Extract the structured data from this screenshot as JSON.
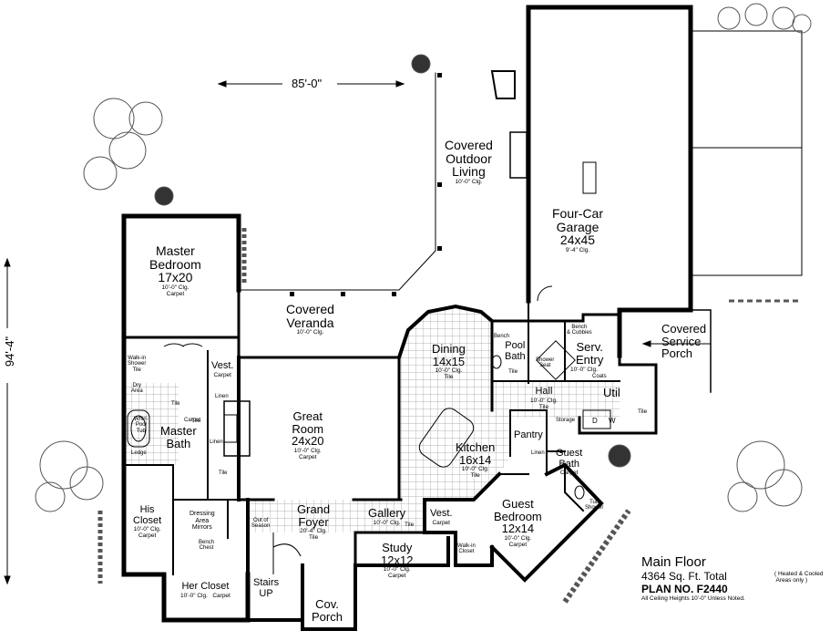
{
  "dimensions": {
    "width": "85'-0\"",
    "depth": "94'-4\""
  },
  "rooms": {
    "covered_outdoor": {
      "name": "Covered\nOutdoor\nLiving",
      "ceiling": "10'-0\" Clg."
    },
    "garage": {
      "name": "Four-Car\nGarage",
      "size": "24x45",
      "ceiling": "9'-4\" Clg."
    },
    "master_bedroom": {
      "name": "Master\nBedroom",
      "size": "17x20",
      "ceiling": "10'-0\" Clg.",
      "floor": "Carpet"
    },
    "covered_veranda": {
      "name": "Covered\nVeranda",
      "ceiling": "10'-0\" Clg."
    },
    "dining": {
      "name": "Dining",
      "size": "14x15",
      "ceiling": "10'-0\" Clg.",
      "floor": "Tile"
    },
    "pool_bath": {
      "name": "Pool\nBath",
      "floor": "Tile"
    },
    "serv_entry": {
      "name": "Serv.\nEntry",
      "ceiling": "10'-0\" Clg.",
      "floor": "Tile"
    },
    "covered_service_porch": {
      "name": "Covered\nService\nPorch"
    },
    "vest_master": {
      "name": "Vest.",
      "floor": "Carpet"
    },
    "great_room": {
      "name": "Great\nRoom",
      "size": "24x20",
      "ceiling": "10'-0\" Clg.",
      "floor": "Carpet"
    },
    "hall": {
      "name": "Hall",
      "ceiling": "10'-0\" Clg.",
      "floor": "Tile"
    },
    "util": {
      "name": "Util",
      "floor": "Tile"
    },
    "kitchen": {
      "name": "Kitchen",
      "size": "16x14",
      "ceiling": "10'-0\" Clg.",
      "floor": "Tile"
    },
    "master_bath": {
      "name": "Master\nBath",
      "floor": "Tile"
    },
    "pantry": {
      "name": "Pantry"
    },
    "guest_bath": {
      "name": "Guest\nBath",
      "floor": "Carpet"
    },
    "grand_foyer": {
      "name": "Grand\nFoyer",
      "ceiling": "20'-4\" Clg.",
      "floor": "Tile"
    },
    "gallery": {
      "name": "Gallery",
      "ceiling": "10'-0\" Clg.",
      "floor": "Tile"
    },
    "vest_kitchen": {
      "name": "Vest.",
      "floor": "Carpet"
    },
    "guest_bedroom": {
      "name": "Guest\nBedroom",
      "size": "12x14",
      "ceiling": "10'-0\" Clg.",
      "floor": "Carpet"
    },
    "his_closet": {
      "name": "His\nCloset",
      "ceiling": "10'-0\" Clg.",
      "floor": "Carpet"
    },
    "dressing": {
      "name": "Dressing\nArea",
      "extra": "Mirrors"
    },
    "study": {
      "name": "Study",
      "size": "12x12",
      "ceiling": "10'-0\" Clg.",
      "floor": "Carpet"
    },
    "her_closet": {
      "name": "Her Closet",
      "ceiling": "10'-0\" Clg.   Carpet"
    },
    "stairs": {
      "name": "Stairs\nUP"
    },
    "cov_porch": {
      "name": "Cov.\nPorch"
    }
  },
  "small_labels": {
    "walkin_shower": "Walk-in\nShower\nTile",
    "dry_area": "Dry\nArea",
    "whirlpool": "Whirl-\nPool\nTub",
    "ledge": "Ledge",
    "linen1": "Linen",
    "linen2": "Linen",
    "linen3": "Linen",
    "tile_master": "Tile",
    "carpet_master": "Carpet",
    "tile_toilet": "Tile",
    "bench_chest": "Bench\nChest",
    "out_of_season": "Out of\nSeason",
    "bench_top": "Bench",
    "bench_cubbies": "Bench\n& Cubbies",
    "shower": "Shower\nSeat",
    "coats": "Coats",
    "storage": "Storage",
    "washer": "W",
    "dryer": "D",
    "tub_shower": "Tub\nShower",
    "walkin_closet": "Walk-in\nCloset",
    "gallery_tile": "Tile",
    "pool_tile": "Tile"
  },
  "title_block": {
    "title": "Main Floor",
    "area": "4364 Sq. Ft. Total",
    "area_note": "( Heated & Cooled\n Areas only )",
    "plan_no": "PLAN NO. F2440",
    "ceiling_note": "All Ceiling Heights 10'-0\" Unless Noted."
  },
  "colors": {
    "wall": "#000000",
    "tile_grid": "#9a9a9a",
    "plant": "#555555"
  }
}
